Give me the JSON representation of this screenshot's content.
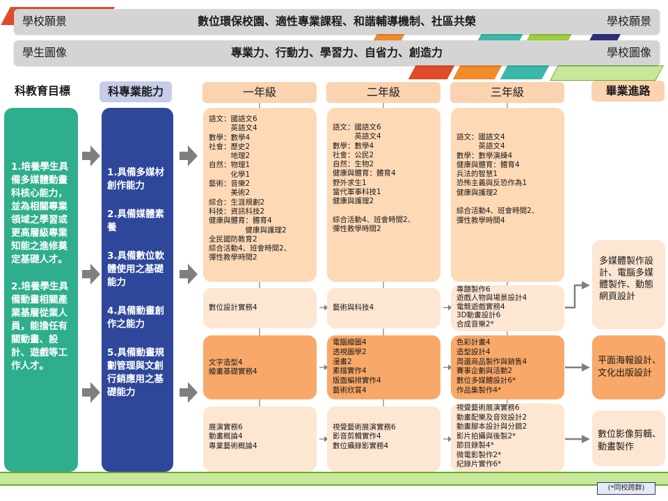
{
  "banner_vision": {
    "left": "學校願景",
    "center": "數位環保校園、適性專業課程、和諧輔導機制、社區共榮",
    "right": "學校願景"
  },
  "banner_profile": {
    "left": "學生圖像",
    "center": "專業力、行動力、學習力、自省力、創造力",
    "right": "學校圖像"
  },
  "headers": {
    "goals": "科教育目標",
    "abilities": "科專業能力",
    "year1": "一年級",
    "year2": "二年級",
    "year3": "三年級",
    "career": "畢業進路"
  },
  "goals": {
    "goal1": "1.培養學生具備多媒體動畫科核心能力，並為相關專業領域之學習或更高層級專業知能之進修奠定基礎人才。",
    "goal2": "2.培養學生具備動畫相關產業基層從業人員，能擔任有關動畫、設計、遊戲等工作人才。"
  },
  "abilities": [
    "1.具備多媒材創作能力",
    "2.具備媒體素養",
    "3.具備數位軟體使用之基礎能力",
    "4.具備動畫創作之能力",
    "5.具備動畫規劃管理與文創行銷應用之基礎能力"
  ],
  "general": {
    "year1": "語文：國語文6\n　　　英語文4\n數學：數學4\n社會：歷史2\n　　　地理2\n自然：物理1\n　　　化學1\n藝術：音樂2\n　　　美術2\n綜合：生涯規劃2\n科技：資訊科技2\n健康與體育：體育4\n　　　　　健康與護理2\n全民國防教育2\n綜合活動4、班會時間2、\n彈性教學時間2",
    "year2": "語文：國語文6\n　　　英語文4\n數學：數學4\n社會：公民2\n自然：生物2\n健康與體育：體育4\n野外求生1\n當代軍事科技1\n健康與護理2\n\n綜合活動4、班會時間2、\n彈性教學時間2",
    "year3": "語文：國語文4\n　　　英語文4\n數學：數學演練4\n健康與體育：體育4\n兵法的智慧1\n恐怖主義與反恐作為1\n健康與護理2\n\n綜合活動4、班會時間2、\n彈性教學時間4"
  },
  "row_a": {
    "year1": "數位設計實務4",
    "year2": "藝術與科技4",
    "year3": "專題製作6\n遊戲人物與場景設計4\n電競遊戲實務4\n3D動畫設計6\n合成音樂2*"
  },
  "row_b": {
    "year1": "文字造型4\n繪畫基礎實務4",
    "year2": "電腦繪圖4\n透視圖學2\n漫畫2\n素描實作4\n版面編排實作4\n藝術欣賞4",
    "year3": "色彩計畫4\n造型設計4\n周邊商品製作與銷售4\n賽事企劃與活動2\n數位多媒體設計6*\n作品集製作4*"
  },
  "row_c": {
    "year1": "展演實務6\n動畫概論4\n專業藝術概論4",
    "year2": "視覺藝術展演實務6\n影音剪輯實作4\n數位攝錄影實務4",
    "year3": "視覺藝術展演實務6\n動畫配樂及音效設計2\n動畫腳本設計與分鏡2\n影片拍攝與後製2*\n節目錄製4*\n微電影製作2*\n紀錄片實作6*"
  },
  "careers": [
    "多媒體製作設計、電腦多媒體製作、動態網頁設計",
    "平面海報設計、文化出版設計",
    "數位影像剪輯、動畫製作"
  ],
  "footnote": "(*同校跨群)",
  "colors": {
    "goal_green": "#2eae8c",
    "ability_blue": "#2e479a",
    "box_pale": "#fdd9b6",
    "box_light": "#fde6d2",
    "box_dark": "#f8a868",
    "banner_gray": "#d4d4d4",
    "arrow_gray": "#7f7f7f"
  }
}
